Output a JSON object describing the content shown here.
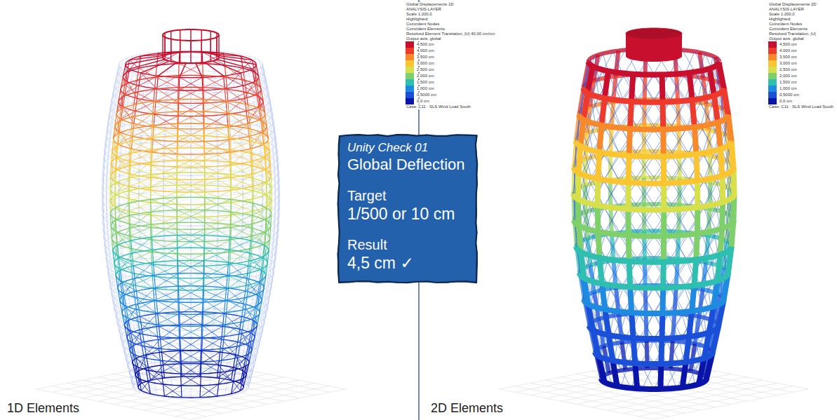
{
  "diagram": {
    "nodes": [
      {
        "text": [
          "Unity Check 01",
          "Global Deflection",
          "Target",
          "1/500 or 10 cm",
          "Result",
          "4,5 cm ✓"
        ]
      }
    ],
    "labels": [
      "1D Elements",
      "2D Elements",
      "Global Displacements 1D",
      "ANALYSIS LAYER",
      "Scale 1:200,0",
      "Highlighted:",
      "Coincident Nodes",
      "Coincident Elements",
      "Resolved Element Translation, |U| 40,00 cm/cm",
      "Output axis: global",
      "Case: C11 : SLS Wind Load South",
      "Global Displacements 2D",
      "ANALYSIS LAYER",
      "Scale 1:200,0",
      "Highlighted:",
      "Coincident Nodes",
      "Coincident Elements",
      "Resolved Translation, |U|",
      "Output axis: global",
      "Case: C11 : SLS Wind Load South"
    ],
    "legend": [
      {
        "text": "4,500 cm",
        "color": "#c8102e"
      },
      {
        "text": "4,000 cm",
        "color": "#ee3a2c"
      },
      {
        "text": "3,500 cm",
        "color": "#f7892a"
      },
      {
        "text": "3,000 cm",
        "color": "#fbc531"
      },
      {
        "text": "2,500 cm",
        "color": "#d7e04a"
      },
      {
        "text": "2,000 cm",
        "color": "#7fcf6a"
      },
      {
        "text": "1,500 cm",
        "color": "#2fbfb0"
      },
      {
        "text": "1,000 cm",
        "color": "#1f8be0"
      },
      {
        "text": "0,5000 cm",
        "color": "#1a50d8"
      },
      {
        "text": "0,0 cm",
        "color": "#0a14a8"
      },
      {
        "text": "4,500 cm",
        "color": "#c8102e"
      },
      {
        "text": "4,000 cm",
        "color": "#ee3a2c"
      },
      {
        "text": "3,500 cm",
        "color": "#f7892a"
      },
      {
        "text": "3,000 cm",
        "color": "#fbc531"
      },
      {
        "text": "2,500 cm",
        "color": "#d7e04a"
      },
      {
        "text": "2,000 cm",
        "color": "#7fcf6a"
      },
      {
        "text": "1,500 cm",
        "color": "#2fbfb0"
      },
      {
        "text": "1,000 cm",
        "color": "#1f8be0"
      },
      {
        "text": "0,5000 cm",
        "color": "#1a50d8"
      },
      {
        "text": "0,0 cm",
        "color": "#0a14a8"
      }
    ]
  }
}
